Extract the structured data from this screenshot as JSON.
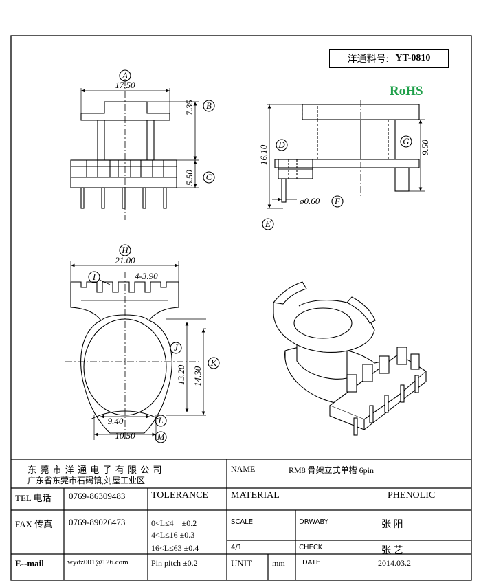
{
  "header": {
    "part_no_label": "洋通料号:",
    "part_no": "YT-0810",
    "rohs": "RoHS"
  },
  "dimensions": {
    "front": {
      "A": "A",
      "A_val": "17.50",
      "B": "B",
      "B_val": "7.35",
      "C": "C",
      "C_val": "5.50"
    },
    "side": {
      "D": "D",
      "D_val": "16.10",
      "E": "E",
      "F": "F",
      "F_val": "ø0.60",
      "G": "G",
      "G_val": "9.50"
    },
    "top": {
      "H": "H",
      "H_val": "21.00",
      "I": "I",
      "I_val": "4-3.90",
      "J": "J",
      "J_val": "13.20",
      "K": "K",
      "K_val": "14.30",
      "L": "L",
      "L_val": "9.40",
      "M": "M",
      "M_val": "10.50"
    }
  },
  "title_block": {
    "company_name": "东 莞 市 洋 通 电 子 有 限 公 司",
    "company_address": "广东省东莞市石碣镇,刘屋工业区",
    "name_label": "NAME",
    "name_value": "RM8 骨架立式单槽 6pin",
    "tel_label": "TEL 电话",
    "tel_value": "0769-86309483",
    "tolerance_label": "TOLERANCE",
    "material_label": "MATERIAL",
    "material_value": "PHENOLIC",
    "fax_label": "FAX 传真",
    "fax_value": "0769-89026473",
    "tol_1": "0<L≤4　±0.2",
    "tol_2": "4<L≤16 ±0.3",
    "tol_3": "16<L≤63 ±0.4",
    "tol_4": "Pin pitch ±0.2",
    "scale_label": "SCALE",
    "scale_value": "4/1",
    "drawby_label": "DRWABY",
    "drawby_value": "张 阳",
    "check_label": "CHECK",
    "check_value": "张 艺",
    "email_label": "E--mail",
    "email_value": "wydz001@126.com",
    "unit_label": "UNIT",
    "unit_value": "mm",
    "date_label": "DATE",
    "date_value": "2014.03.2"
  }
}
